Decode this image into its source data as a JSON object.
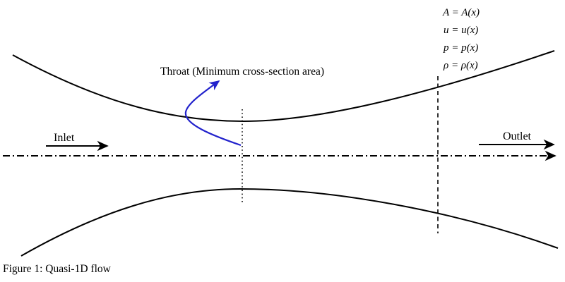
{
  "figure": {
    "caption": "Figure 1: Quasi-1D flow",
    "labels": {
      "inlet": "Inlet",
      "outlet": "Outlet",
      "throat": "Throat (Minimum cross-section area)"
    },
    "equations": [
      "A = A(x)",
      "u = u(x)",
      "p = p(x)",
      "ρ = ρ(x)"
    ],
    "colors": {
      "wall_line": "#000000",
      "annotation_arrow": "#2222cc"
    }
  }
}
